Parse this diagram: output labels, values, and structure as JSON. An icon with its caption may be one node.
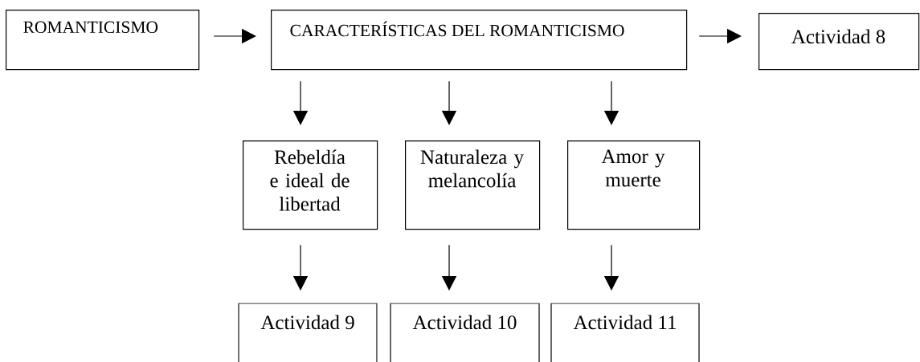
{
  "diagram": {
    "nodes": [
      {
        "text": [
          "ROMANTICISMO"
        ]
      },
      {
        "text": [
          "CARACTERÍSTICAS DEL ROMANTICISMO"
        ]
      },
      {
        "text": [
          "Actividad 8"
        ]
      },
      {
        "text": [
          "Rebeldía e ideal de libertad"
        ]
      },
      {
        "text": [
          "Naturaleza y melancolía"
        ]
      },
      {
        "text": [
          "Amor y muerte"
        ]
      },
      {
        "text": [
          "Actividad 9"
        ]
      },
      {
        "text": [
          "Actividad 10"
        ]
      },
      {
        "text": [
          "Actividad 11"
        ]
      }
    ],
    "edges": [
      {
        "from": 0,
        "to": 1,
        "arrow": "to"
      },
      {
        "from": 1,
        "to": 2,
        "arrow": "to"
      },
      {
        "from": 1,
        "to": 3,
        "arrow": "to"
      },
      {
        "from": 1,
        "to": 4,
        "arrow": "to"
      },
      {
        "from": 1,
        "to": 5,
        "arrow": "to"
      },
      {
        "from": 3,
        "to": 6,
        "arrow": "to"
      },
      {
        "from": 4,
        "to": 7,
        "arrow": "to"
      },
      {
        "from": 5,
        "to": 8,
        "arrow": "to"
      }
    ]
  }
}
